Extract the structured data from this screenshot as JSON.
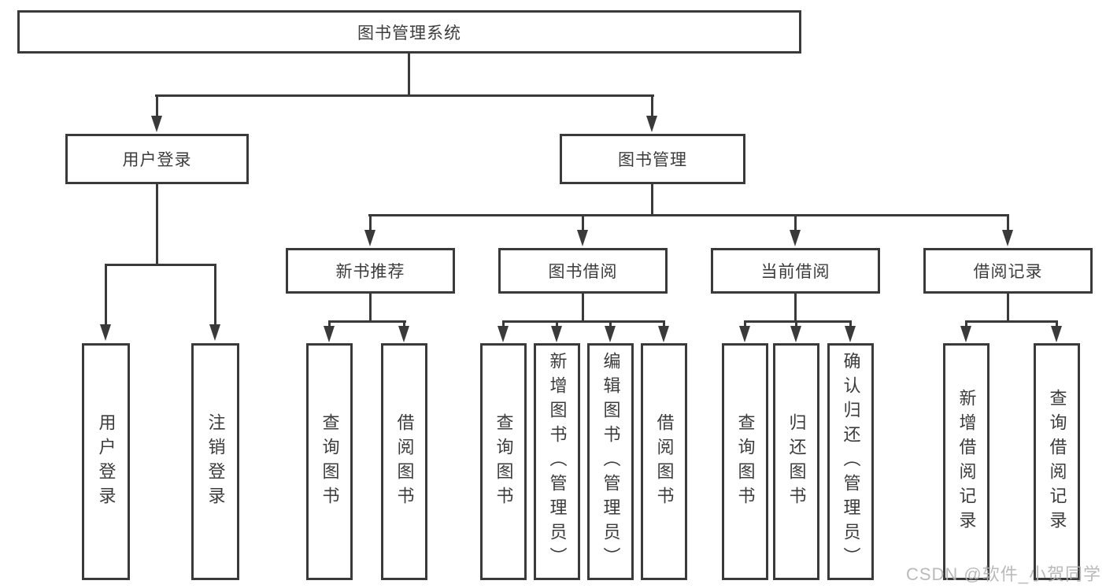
{
  "nodes": {
    "root": "图书管理系统",
    "user_login": "用户登录",
    "book_mgmt": "图书管理",
    "user_login_children": [
      "用户登录",
      "注销登录"
    ],
    "book_mgmt_children": [
      "新书推荐",
      "图书借阅",
      "当前借阅",
      "借阅记录"
    ],
    "new_book_children": [
      "查询图书",
      "借阅图书"
    ],
    "borrow_children": [
      "查询图书",
      "新增图书（管理员）",
      "编辑图书（管理员）",
      "借阅图书"
    ],
    "current_children": [
      "查询图书",
      "归还图书",
      "确认归还（管理员）"
    ],
    "record_children": [
      "新增借阅记录",
      "查询借阅记录"
    ]
  },
  "watermark": "CSDN @软件_小贺同学",
  "colors": {
    "line": "#3a3a3a",
    "text": "#3c3c3c",
    "background": "#ffffff",
    "watermark": "#b3b3b3"
  }
}
